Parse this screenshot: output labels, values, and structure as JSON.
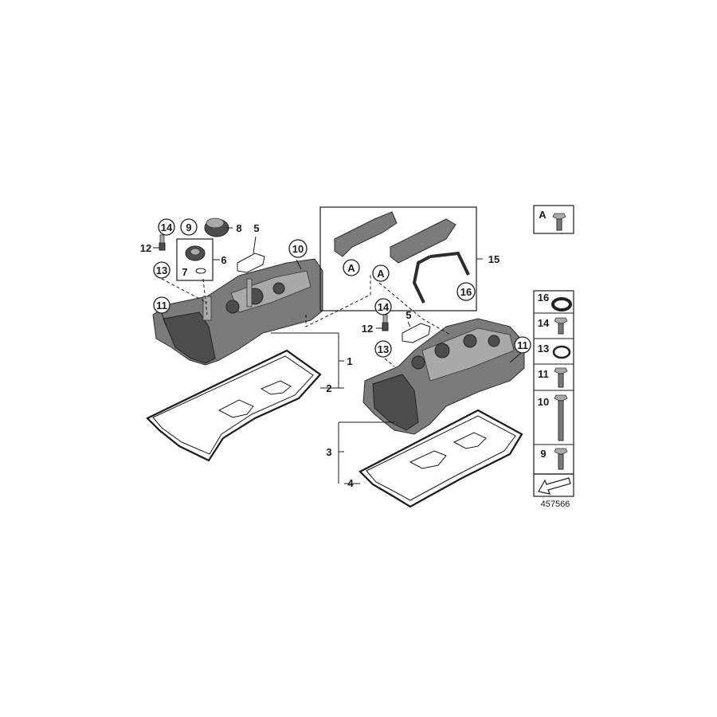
{
  "callouts": {
    "c1": "1",
    "c2": "2",
    "c3": "3",
    "c4": "4",
    "c5_left": "5",
    "c5_right": "5",
    "c6": "6",
    "c7": "7",
    "c8": "8",
    "c9": "9",
    "c10": "10",
    "c11_left": "11",
    "c11_right": "11",
    "c12_left": "12",
    "c12_right": "12",
    "c13_left": "13",
    "c13_right": "13",
    "c14_left": "14",
    "c14_right": "14",
    "c15": "15",
    "c16": "16",
    "cA_1": "A",
    "cA_2": "A"
  },
  "legend": {
    "A": "A",
    "items": [
      "16",
      "14",
      "13",
      "11",
      "10",
      "9"
    ]
  },
  "document_number": "457566",
  "colors": {
    "ink": "#1a1a1a",
    "part": "#7b7b7b"
  }
}
